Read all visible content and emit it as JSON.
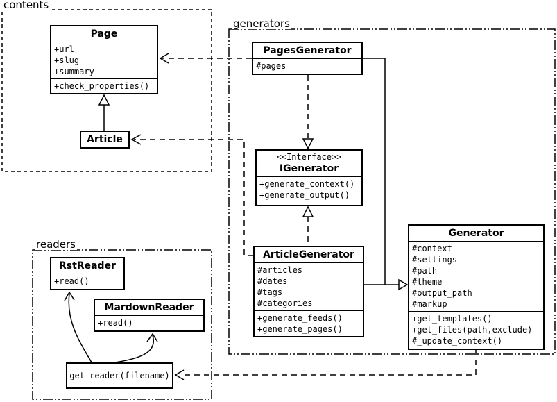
{
  "packages": {
    "contents": "contents",
    "generators": "generators",
    "readers": "readers"
  },
  "classes": {
    "page": {
      "title": "Page",
      "attributes": [
        "+url",
        "+slug",
        "+summary"
      ],
      "methods": [
        "+check_properties()"
      ]
    },
    "article": {
      "title": "Article"
    },
    "pagesGenerator": {
      "title": "PagesGenerator",
      "attributes": [
        "#pages"
      ]
    },
    "iGenerator": {
      "stereotype": "<<Interface>>",
      "title": "IGenerator",
      "methods": [
        "+generate_context()",
        "+generate_output()"
      ]
    },
    "articleGenerator": {
      "title": "ArticleGenerator",
      "attributes": [
        "#articles",
        "#dates",
        "#tags",
        "#categories"
      ],
      "methods": [
        "+generate_feeds()",
        "+generate_pages()"
      ]
    },
    "generator": {
      "title": "Generator",
      "attributes": [
        "#context",
        "#settings",
        "#path",
        "#theme",
        "#output_path",
        "#markup"
      ],
      "methods": [
        "+get_templates()",
        "+get_files(path,exclude)",
        "#_update_context()"
      ]
    },
    "rstReader": {
      "title": "RstReader",
      "methods": [
        "+read()"
      ]
    },
    "markdownReader": {
      "title": "MardownReader",
      "methods": [
        "+read()"
      ]
    },
    "getReader": {
      "title": "get_reader(filename)"
    }
  },
  "relationships": [
    {
      "from": "Article",
      "to": "Page",
      "type": "inheritance"
    },
    {
      "from": "PagesGenerator",
      "to": "Page",
      "type": "dependency"
    },
    {
      "from": "ArticleGenerator",
      "to": "Article",
      "type": "dependency"
    },
    {
      "from": "PagesGenerator",
      "to": "IGenerator",
      "type": "realization"
    },
    {
      "from": "ArticleGenerator",
      "to": "IGenerator",
      "type": "realization"
    },
    {
      "from": "PagesGenerator",
      "to": "Generator",
      "type": "inheritance"
    },
    {
      "from": "ArticleGenerator",
      "to": "Generator",
      "type": "inheritance"
    },
    {
      "from": "Generator",
      "to": "get_reader(filename)",
      "type": "dependency"
    },
    {
      "from": "get_reader(filename)",
      "to": "RstReader",
      "type": "arrow"
    },
    {
      "from": "get_reader(filename)",
      "to": "MardownReader",
      "type": "arrow"
    }
  ]
}
